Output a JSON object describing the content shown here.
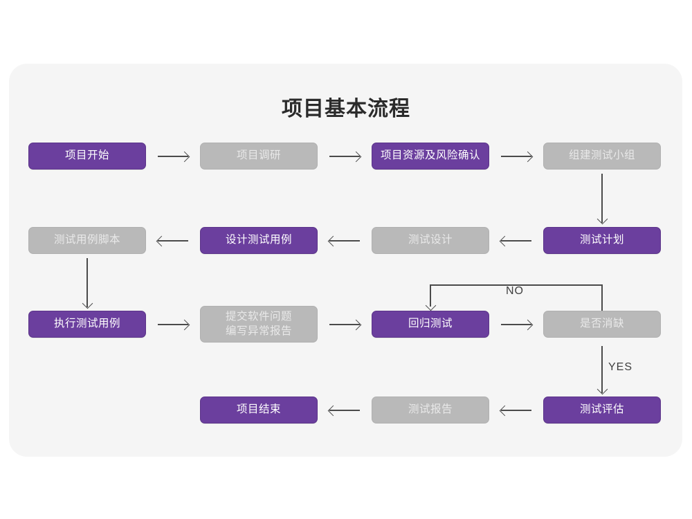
{
  "title": "项目基本流程",
  "theme": {
    "page_bg": "#ffffff",
    "card_bg": "#f5f5f5",
    "purple": "#6b3f9e",
    "gray": "#b9b9b9",
    "arrow": "#4a4a4a",
    "title_color": "#2b2b2b"
  },
  "nodes": [
    {
      "id": "n1",
      "label": "项目开始",
      "style": "purple",
      "row": 1
    },
    {
      "id": "n2",
      "label": "项目调研",
      "style": "gray",
      "row": 1
    },
    {
      "id": "n3",
      "label": "项目资源及风险确认",
      "style": "purple",
      "row": 1
    },
    {
      "id": "n4",
      "label": "组建测试小组",
      "style": "gray",
      "row": 1
    },
    {
      "id": "n5",
      "label": "测试用例脚本",
      "style": "gray",
      "row": 2
    },
    {
      "id": "n6",
      "label": "设计测试用例",
      "style": "purple",
      "row": 2
    },
    {
      "id": "n7",
      "label": "测试设计",
      "style": "gray",
      "row": 2
    },
    {
      "id": "n8",
      "label": "测试计划",
      "style": "purple",
      "row": 2
    },
    {
      "id": "n9",
      "label": "执行测试用例",
      "style": "purple",
      "row": 3
    },
    {
      "id": "n10",
      "label": "提交软件问题\n编写异常报告",
      "style": "gray",
      "row": 3
    },
    {
      "id": "n11",
      "label": "回归测试",
      "style": "purple",
      "row": 3
    },
    {
      "id": "n12",
      "label": "是否消缺",
      "style": "gray",
      "row": 3
    },
    {
      "id": "n13",
      "label": "项目结束",
      "style": "purple",
      "row": 4
    },
    {
      "id": "n14",
      "label": "测试报告",
      "style": "gray",
      "row": 4
    },
    {
      "id": "n15",
      "label": "测试评估",
      "style": "purple",
      "row": 4
    }
  ],
  "edge_labels": {
    "no": "NO",
    "yes": "YES"
  }
}
